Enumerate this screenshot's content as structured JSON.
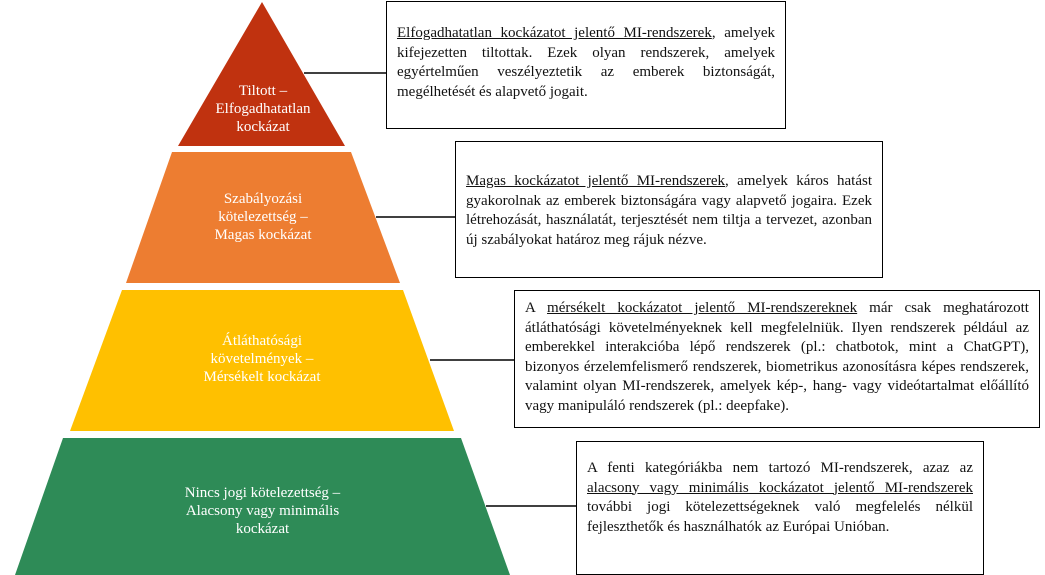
{
  "colors": {
    "tier_unacceptable": "#C0320F",
    "tier_high": "#ED7D31",
    "tier_limited": "#FFC000",
    "tier_minimal": "#2E8B57",
    "connector": "#000000"
  },
  "tiers": [
    {
      "id": "unacceptable",
      "label_lines": [
        "Tiltott –",
        "Elfogadhatatlan",
        "kockázat"
      ],
      "description": {
        "underlined": "Elfogadhatatlan kockázatot jelentő MI-rendszerek",
        "rest": ", amelyek kifejezetten tiltottak. Ezek olyan rendszerek, amelyek egyértelműen veszélyeztetik az emberek biztonságát, megélhetését és alapvető jogait."
      }
    },
    {
      "id": "high",
      "label_lines": [
        "Szabályozási",
        "kötelezettség –",
        "Magas kockázat"
      ],
      "description": {
        "underlined": "Magas kockázatot jelentő MI-rendszerek",
        "rest": ", amelyek káros hatást gyakorolnak az emberek biztonságára vagy alapvető jogaira. Ezek létrehozását, használatát, terjesztését nem tiltja a tervezet, azonban új szabályokat határoz meg rájuk nézve."
      }
    },
    {
      "id": "limited",
      "label_lines": [
        "Átláthatósági",
        "követelmények –",
        "Mérsékelt kockázat"
      ],
      "description": {
        "prefix": "A ",
        "underlined": "mérsékelt kockázatot jelentő MI-rendszereknek",
        "rest": " már csak meghatározott átláthatósági követelményeknek kell megfelelniük. Ilyen rendszerek például az emberekkel interakcióba lépő rendszerek (pl.: chatbotok, mint a ChatGPT), bizonyos érzelemfelismerő rendszerek, biometrikus azonosításra képes rendszerek, valamint olyan MI-rendszerek, amelyek kép-, hang- vagy videótartalmat előállító vagy manipuláló rendszerek (pl.: deepfake)."
      }
    },
    {
      "id": "minimal",
      "label_lines": [
        "Nincs jogi kötelezettség –",
        "Alacsony vagy minimális",
        "kockázat"
      ],
      "description": {
        "prefix": "A fenti kategóriákba nem tartozó MI-rendszerek, azaz az ",
        "underlined": "alacsony vagy minimális kockázatot jelentő MI-rendszerek",
        "rest": " további jogi kötelezettségeknek való megfelelés nélkül fejleszthetők és használhatók az Európai Unióban."
      }
    }
  ]
}
